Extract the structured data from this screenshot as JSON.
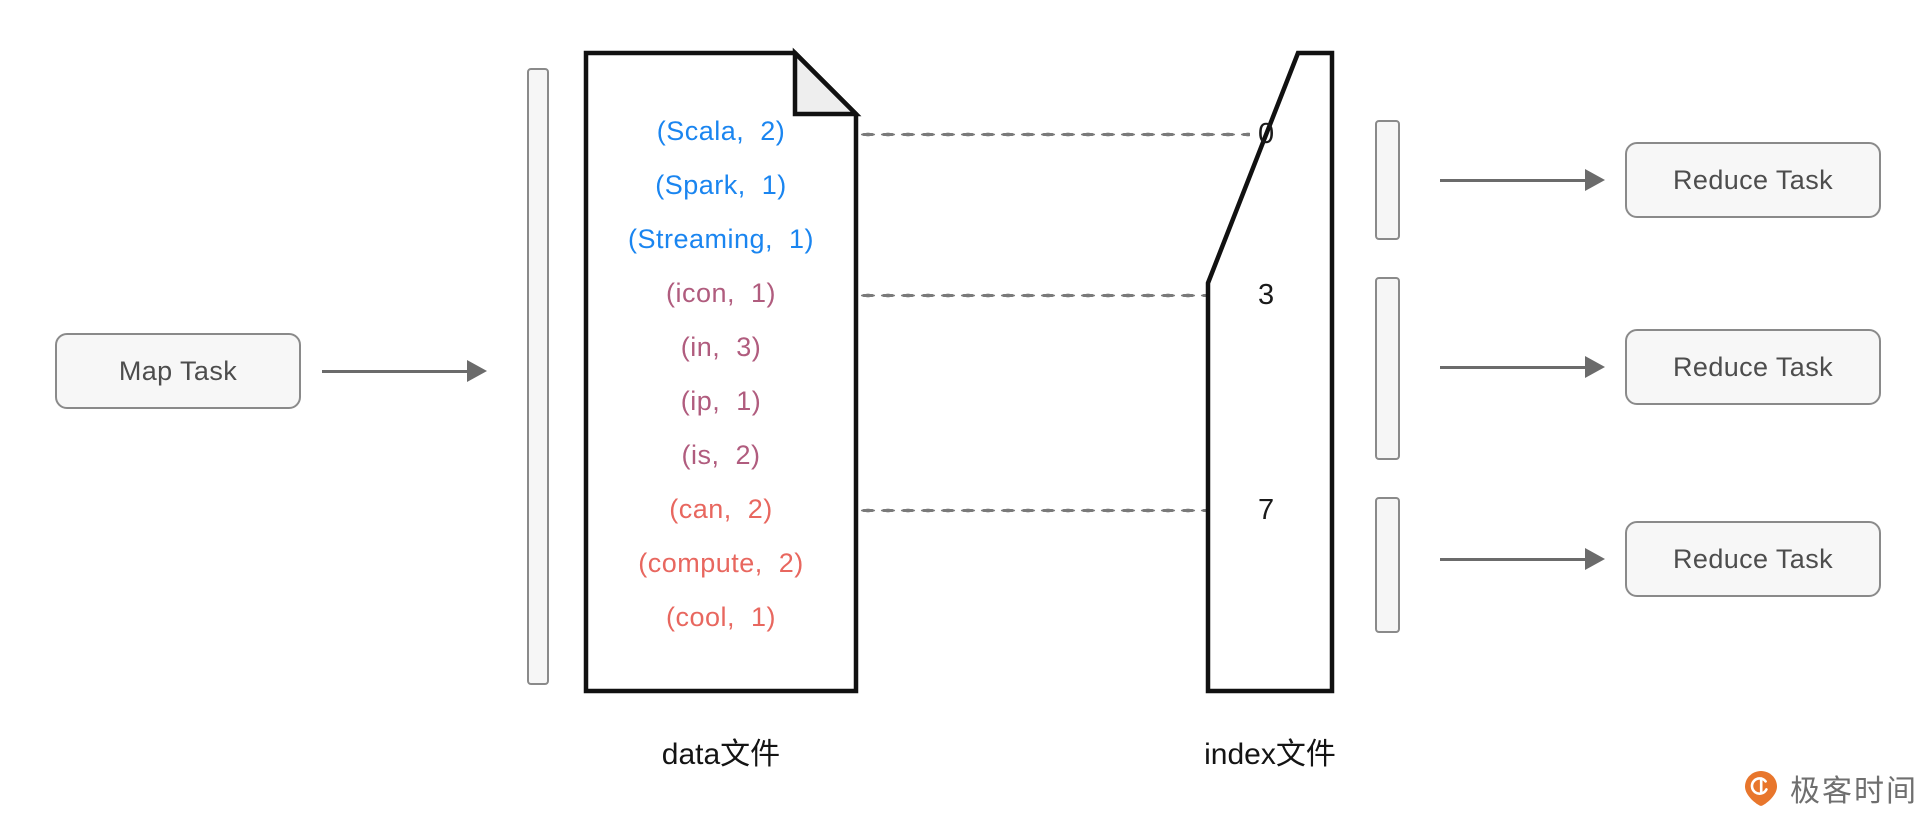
{
  "diagram": {
    "title": "Shuffle data file and index file diagram",
    "colors": {
      "blue": "#1a85f0",
      "purple": "#b05c7e",
      "red": "#e8675f",
      "box_border": "#8a8a8a",
      "box_fill": "#f7f7f7",
      "arrow": "#6b6b6b",
      "dot": "#7a7a7a",
      "file_outline": "#111111",
      "watermark_orange": "#e8762c"
    }
  },
  "map_task": {
    "label": "Map Task"
  },
  "arrows": {
    "map_to_buffer": "arrow-right",
    "reduce_1": "arrow-right",
    "reduce_2": "arrow-right",
    "reduce_3": "arrow-right"
  },
  "data_file": {
    "caption": "data文件",
    "records": [
      {
        "text": "(Scala,  2)",
        "group": "blue",
        "color": "#1a85f0"
      },
      {
        "text": "(Spark,  1)",
        "group": "blue",
        "color": "#1a85f0"
      },
      {
        "text": "(Streaming,  1)",
        "group": "blue",
        "color": "#1a85f0"
      },
      {
        "text": "(icon,  1)",
        "group": "purple",
        "color": "#b05c7e"
      },
      {
        "text": "(in,  3)",
        "group": "purple",
        "color": "#b05c7e"
      },
      {
        "text": "(ip,  1)",
        "group": "purple",
        "color": "#b05c7e"
      },
      {
        "text": "(is,  2)",
        "group": "purple",
        "color": "#b05c7e"
      },
      {
        "text": "(can,  2)",
        "group": "red",
        "color": "#e8675f"
      },
      {
        "text": "(compute,  2)",
        "group": "red",
        "color": "#e8675f"
      },
      {
        "text": "(cool,  1)",
        "group": "red",
        "color": "#e8675f"
      }
    ]
  },
  "index_file": {
    "caption": "index文件",
    "offsets": [
      {
        "value": "0"
      },
      {
        "value": "3"
      },
      {
        "value": "7"
      }
    ]
  },
  "reduce_tasks": [
    {
      "label": "Reduce Task"
    },
    {
      "label": "Reduce Task"
    },
    {
      "label": "Reduce Task"
    }
  ],
  "watermark": {
    "text": "极客时间"
  }
}
